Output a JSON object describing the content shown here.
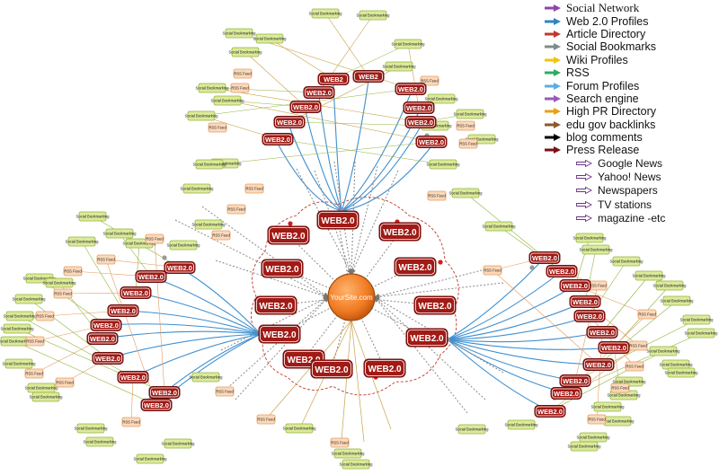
{
  "colors": {
    "web2_fill": "#a11a15",
    "web2_stroke": "#ffffff",
    "bookmark_fill": "#dcea9a",
    "bookmark_stroke": "#8fb53a",
    "rss_fill": "#fbd9bb",
    "rss_stroke": "#e89a5c",
    "center_fill": "#f07a22",
    "line_blue": "#3f8fd0",
    "line_red": "#c0392b",
    "line_gray": "#8a8a8a"
  },
  "center": {
    "label": "YourSite.com"
  },
  "labels": {
    "web2": "WEB2.0",
    "web2_short": "WEB2",
    "bookmark": "Social Bookmarking",
    "rss": "RSS Feed"
  },
  "legend": [
    {
      "label": "Social Network",
      "color": "#8e44ad",
      "serif": true
    },
    {
      "label": "Web 2.0 Profiles",
      "color": "#2e86c1"
    },
    {
      "label": "Article Directory",
      "color": "#c0392b"
    },
    {
      "label": "Social Bookmarks",
      "color": "#7f8c8d"
    },
    {
      "label": "Wiki Profiles",
      "color": "#f1c40f"
    },
    {
      "label": "RSS",
      "color": "#27ae60"
    },
    {
      "label": "Forum Profiles",
      "color": "#5dade2"
    },
    {
      "label": "Search engine",
      "color": "#9b59b6"
    },
    {
      "label": "High PR Directory",
      "color": "#e6a117"
    },
    {
      "label": "edu gov backlinks",
      "color": "#8b5a2b"
    },
    {
      "label": "blog comments",
      "color": "#000000"
    },
    {
      "label": "Press Release",
      "color": "#7b1113"
    }
  ],
  "sublegend": [
    {
      "label": "Google News"
    },
    {
      "label": "Yahoo! News"
    },
    {
      "label": "Newspapers"
    },
    {
      "label": "TV stations"
    },
    {
      "label": "magazine  -etc"
    }
  ]
}
